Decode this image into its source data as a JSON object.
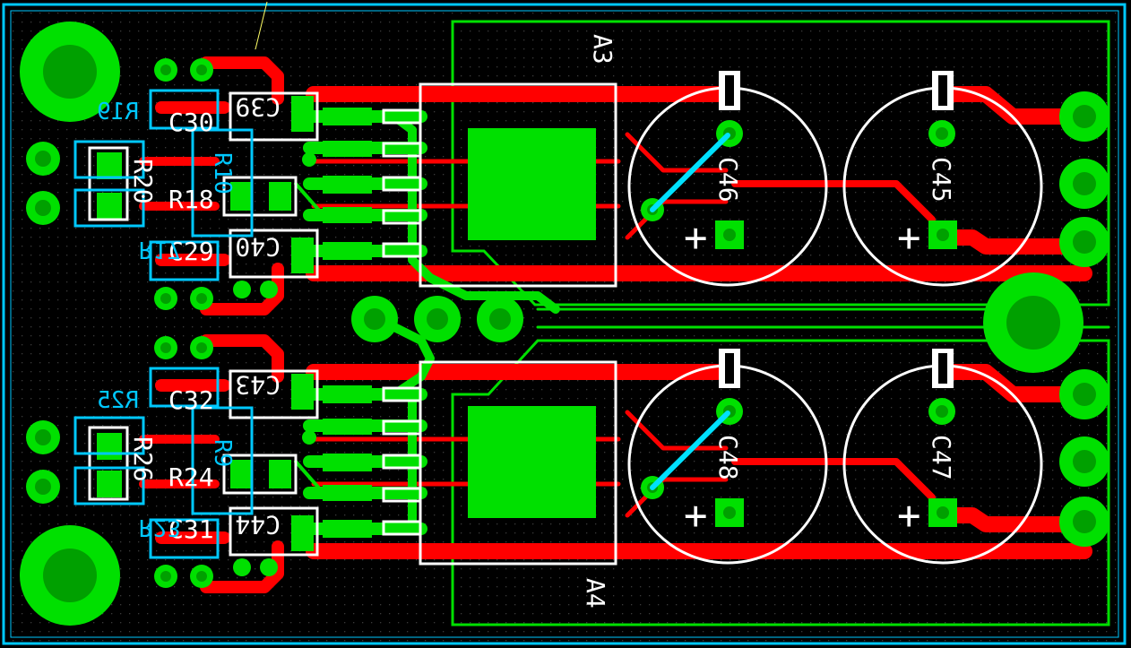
{
  "colors": {
    "background": "#000000",
    "grid_dots": "#3a3a3a",
    "board_outline": "#00c8ff",
    "top_copper": "#ff0000",
    "bottom_copper": "#00e000",
    "silkscreen_top": "#ffffff",
    "silkscreen_bottom": "#00c8ff",
    "ground_plane": "#00e000",
    "via_drill": "#00a000",
    "jumper": "#00e0ff"
  },
  "labels": {
    "a3": "A3",
    "a4": "A4",
    "c46": "C46",
    "c45": "C45",
    "c48": "C48",
    "c47": "C47",
    "c30": "C30",
    "c29": "C29",
    "c32": "C32",
    "c31": "C31",
    "c39": "C39",
    "c40": "C40",
    "c43": "C43",
    "c44": "C44",
    "r19": "R19",
    "r20": "R20",
    "r18": "R18",
    "r17": "R17",
    "r25": "R25",
    "r26": "R26",
    "r24": "R24",
    "r23": "R23",
    "r10": "R10",
    "r9": "R9",
    "plus": "+"
  }
}
